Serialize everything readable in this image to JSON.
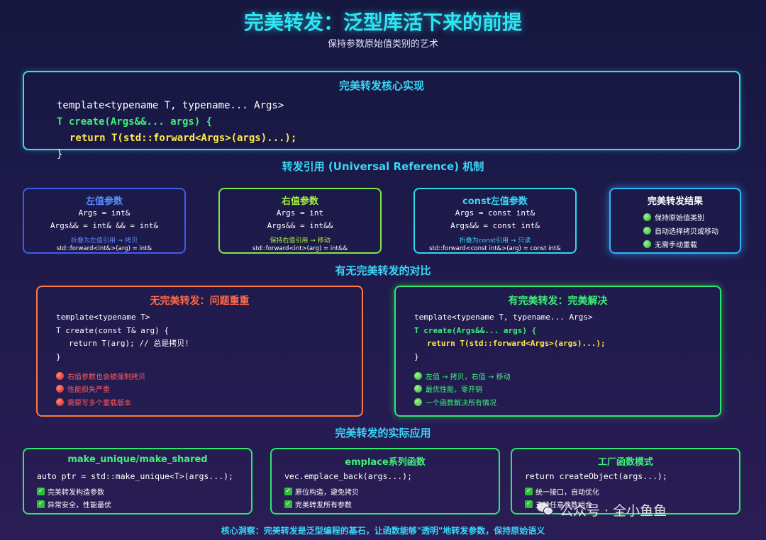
{
  "header": {
    "title": "完美转发：泛型库活下来的前提",
    "subtitle": "保持参数原始值类别的艺术"
  },
  "core": {
    "title": "完美转发核心实现",
    "code": [
      "template<typename T, typename... Args>",
      "T create(Args&&... args) {",
      "return T(std::forward<Args>(args)...);",
      "}"
    ]
  },
  "mechanism": {
    "title": "转发引用 (Universal Reference) 机制",
    "lvalue": {
      "title": "左值参数",
      "line1": "Args = int&",
      "line2": "Args&& = int& && = int&",
      "note": "折叠为左值引用 → 拷贝",
      "forward": "std::forward<int&>(arg) = int&"
    },
    "rvalue": {
      "title": "右值参数",
      "line1": "Args = int",
      "line2": "Args&& = int&&",
      "note": "保持右值引用 → 移动",
      "forward": "std::forward<int>(arg) = int&&"
    },
    "const_lvalue": {
      "title": "const左值参数",
      "line1": "Args = const int&",
      "line2": "Args&& = const int&",
      "note": "折叠为const引用 → 只读",
      "forward": "std::forward<const int&>(arg) = const int&"
    },
    "result": {
      "title": "完美转发结果",
      "items": [
        "保持原始值类别",
        "自动选择拷贝或移动",
        "无需手动重载"
      ]
    }
  },
  "compare": {
    "title": "有无完美转发的对比",
    "without": {
      "title": "无完美转发：问题重重",
      "code": [
        "template<typename T>",
        "T create(const T& arg) {",
        "return T(arg); // 总是拷贝!",
        "}"
      ],
      "items": [
        "右值参数也会被强制拷贝",
        "性能损失严重",
        "需要写多个重载版本"
      ]
    },
    "with": {
      "title": "有完美转发：完美解决",
      "code": [
        "template<typename T, typename... Args>",
        "T create(Args&&... args) {",
        "return T(std::forward<Args>(args)...);",
        "}"
      ],
      "items": [
        "左值 → 拷贝，右值 → 移动",
        "最优性能，零开销",
        "一个函数解决所有情况"
      ]
    }
  },
  "applications": {
    "title": "完美转发的实际应用",
    "cards": [
      {
        "title": "make_unique/make_shared",
        "code": "auto ptr = std::make_unique<T>(args...);",
        "items": [
          "完美转发构造参数",
          "异常安全，性能最优"
        ]
      },
      {
        "title": "emplace系列函数",
        "code": "vec.emplace_back(args...);",
        "items": [
          "原位构造，避免拷贝",
          "完美转发所有参数"
        ]
      },
      {
        "title": "工厂函数模式",
        "code": "return createObject(args...);",
        "items": [
          "统一接口，自动优化",
          "支持任意参数组合"
        ]
      }
    ]
  },
  "insight": "核心洞察：完美转发是泛型编程的基石，让函数能够\"透明\"地转发参数，保持原始语义",
  "watermark": "公众号 · 全小鱼鱼"
}
